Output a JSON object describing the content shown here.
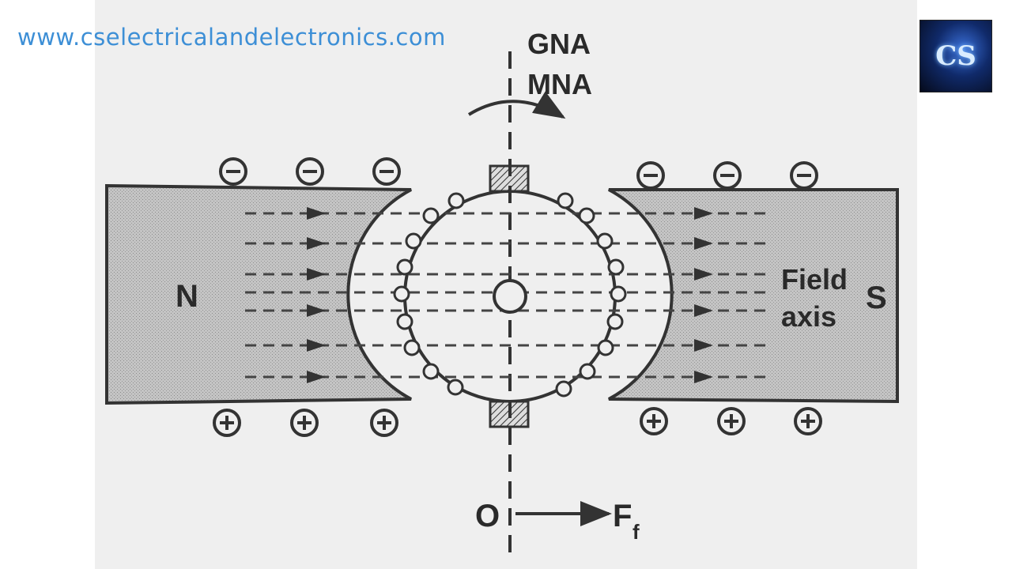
{
  "watermark": {
    "url": "www.cselectricalandelectronics.com"
  },
  "logo": {
    "mark": "CS"
  },
  "diagram": {
    "top_label_1": "GNA",
    "top_label_2": "MNA",
    "north_pole": "N",
    "south_pole": "S",
    "field_axis_line1": "Field",
    "field_axis_line2": "axis",
    "origin_label": "O",
    "force_label": "F",
    "force_subscript": "f",
    "minus_symbol": "−",
    "plus_symbol": "+"
  }
}
